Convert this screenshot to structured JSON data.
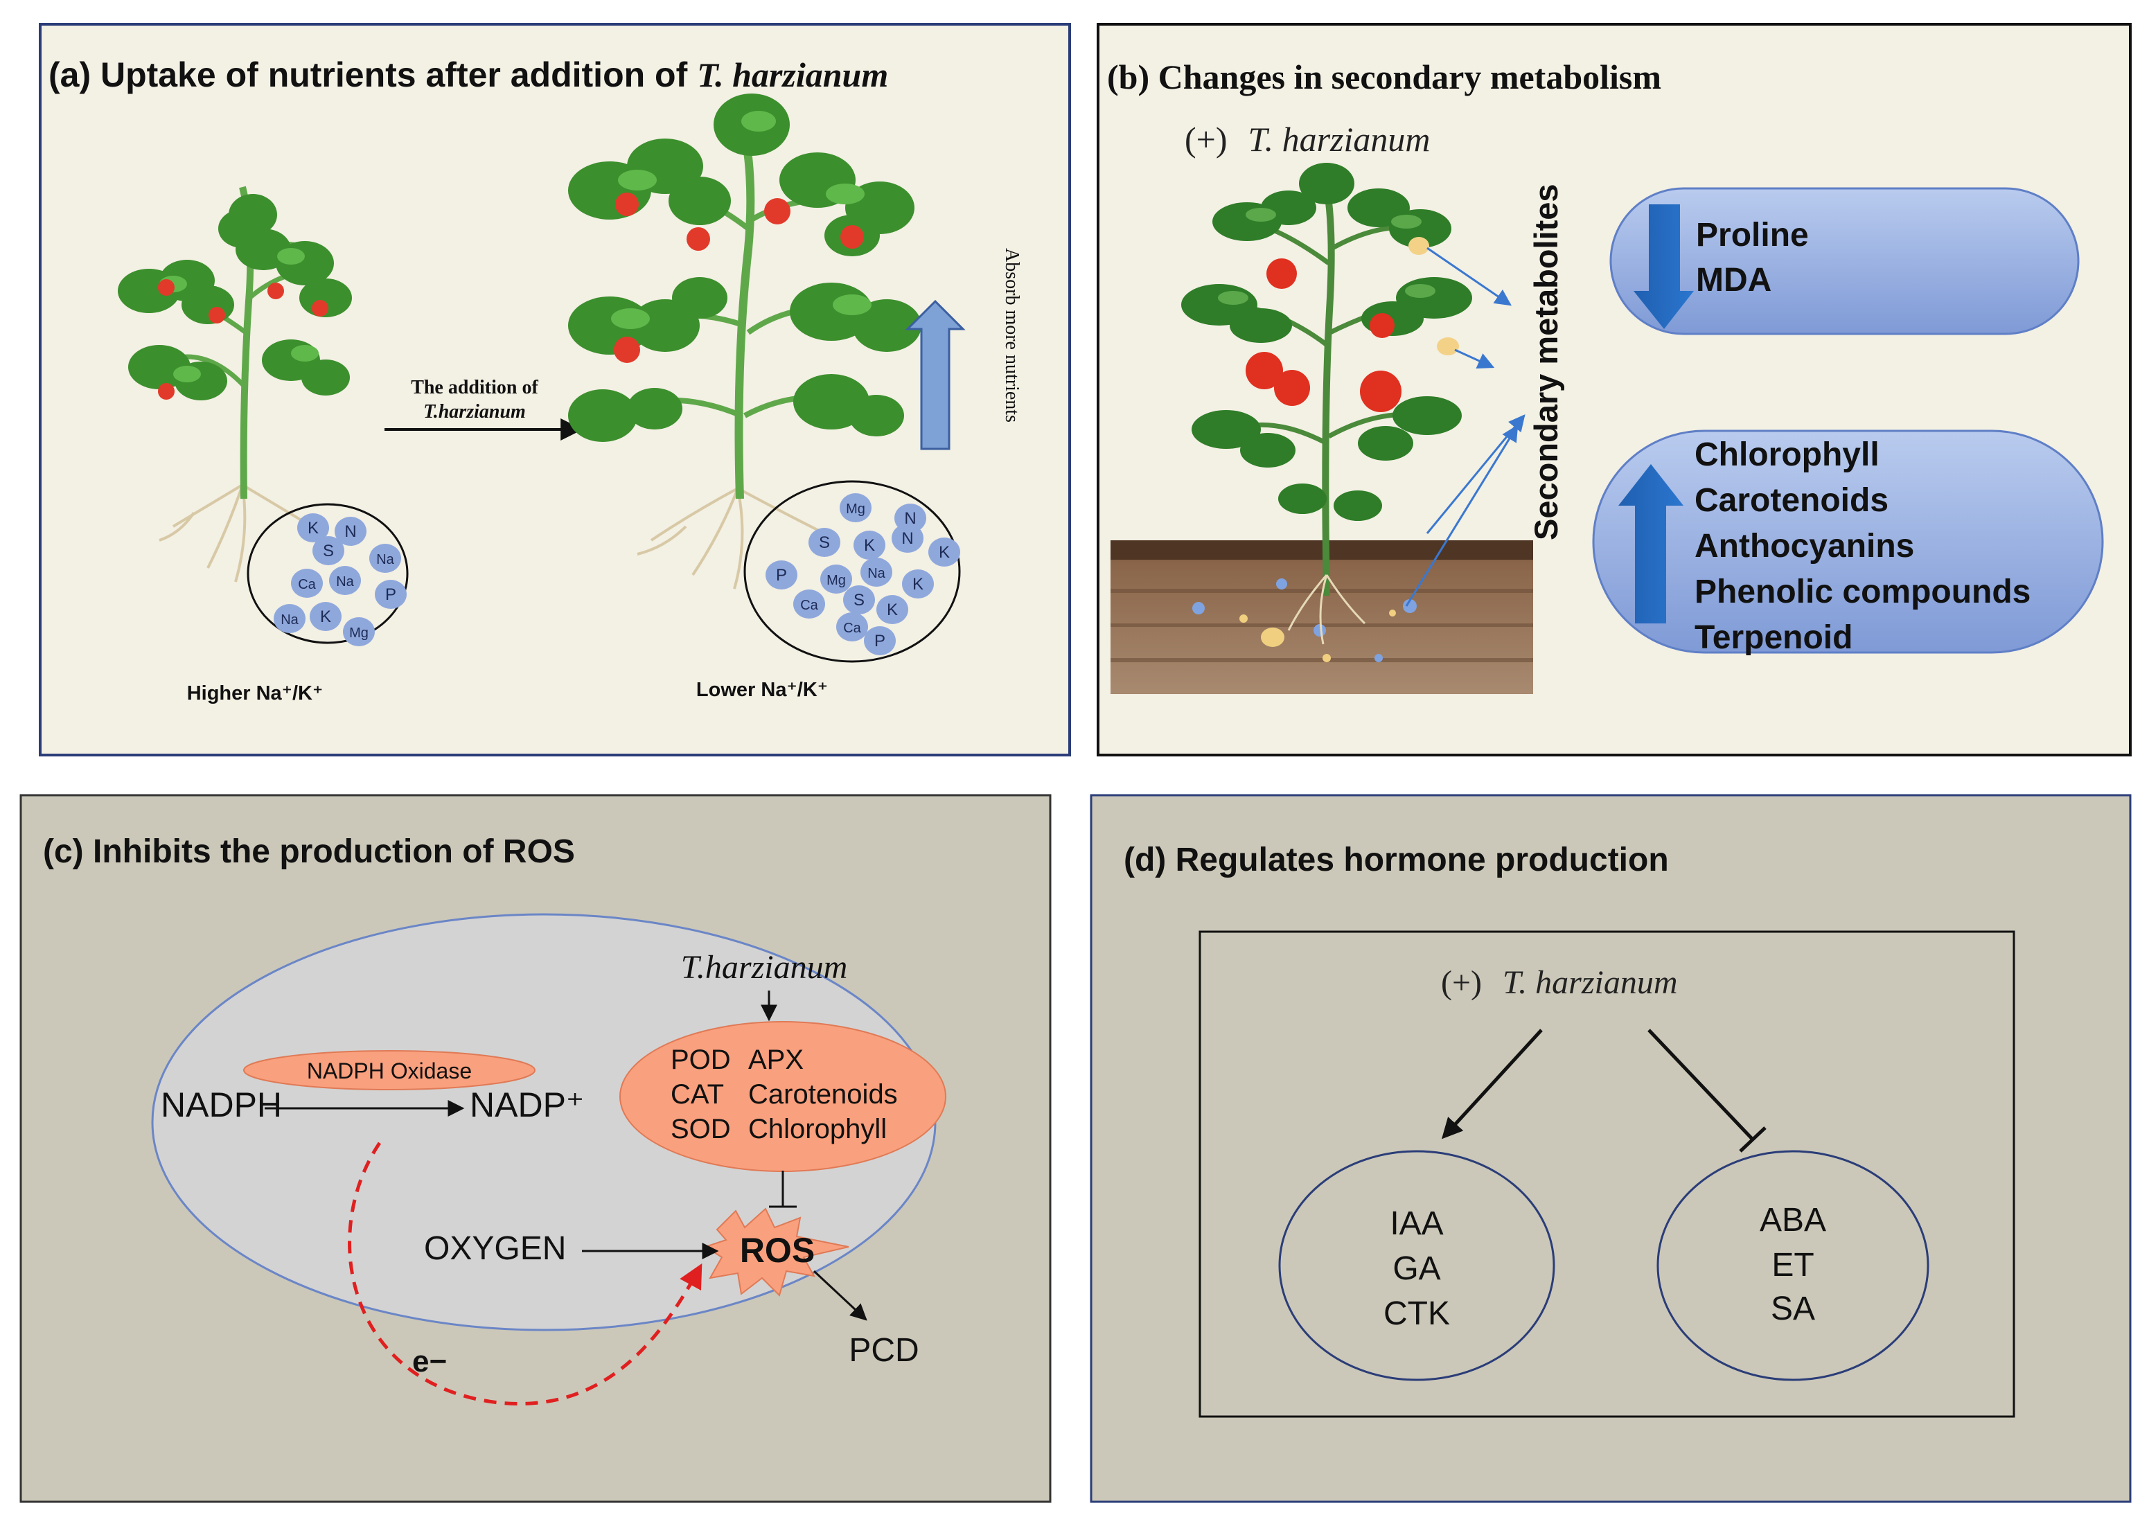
{
  "panel_a": {
    "title_prefix": "(a) Uptake of nutrients after addition of ",
    "title_species": "T. harzianum",
    "arrow_label_line1": "The addition of",
    "arrow_label_line2": "T.harzianum",
    "side_label": "Absorb more nutrients",
    "left_caption": "Higher Na⁺/K⁺",
    "right_caption": "Lower Na⁺/K⁺",
    "left_nutrients": [
      "K",
      "N",
      "S",
      "Na",
      "Ca",
      "Na",
      "P",
      "Na",
      "K",
      "Mg"
    ],
    "right_nutrients": [
      "Mg",
      "N",
      "S",
      "K",
      "N",
      "K",
      "P",
      "Mg",
      "Na",
      "K",
      "Ca",
      "S",
      "K",
      "Ca",
      "P"
    ]
  },
  "panel_b": {
    "title": "(b) Changes in secondary metabolism",
    "treatment_prefix": "(+)",
    "treatment_species": "T. harzianum",
    "vertical_label": "Secondary metabolites",
    "decreased": [
      "Proline",
      "MDA"
    ],
    "increased": [
      "Chlorophyll",
      "Carotenoids",
      "Anthocyanins",
      "Phenolic compounds",
      "Terpenoid"
    ]
  },
  "panel_c": {
    "title": "(c) Inhibits the production of ROS",
    "species": "T.harzianum",
    "enzyme": "NADPH Oxidase",
    "substrate": "NADPH",
    "product": "NADP⁺",
    "antioxidants_left": [
      "POD",
      "CAT",
      "SOD"
    ],
    "antioxidants_right": [
      "APX",
      "Carotenoids",
      "Chlorophyll"
    ],
    "oxygen": "OXYGEN",
    "ros": "ROS",
    "pcd": "PCD",
    "electron": "e−"
  },
  "panel_d": {
    "title": "(d) Regulates hormone production",
    "treatment_prefix": "(+)",
    "treatment_species": "T. harzianum",
    "promoted": [
      "IAA",
      "GA",
      "CTK"
    ],
    "inhibited": [
      "ABA",
      "ET",
      "SA"
    ]
  },
  "colors": {
    "panel_ab_bg": "#f3f0e4",
    "panel_cd_bg": "#cbc8b9",
    "bubble_blue": "#8fa8dc",
    "arrow_blue": "#2f6fc0",
    "salmon": "#f9a07e",
    "red_dash": "#e02020"
  }
}
